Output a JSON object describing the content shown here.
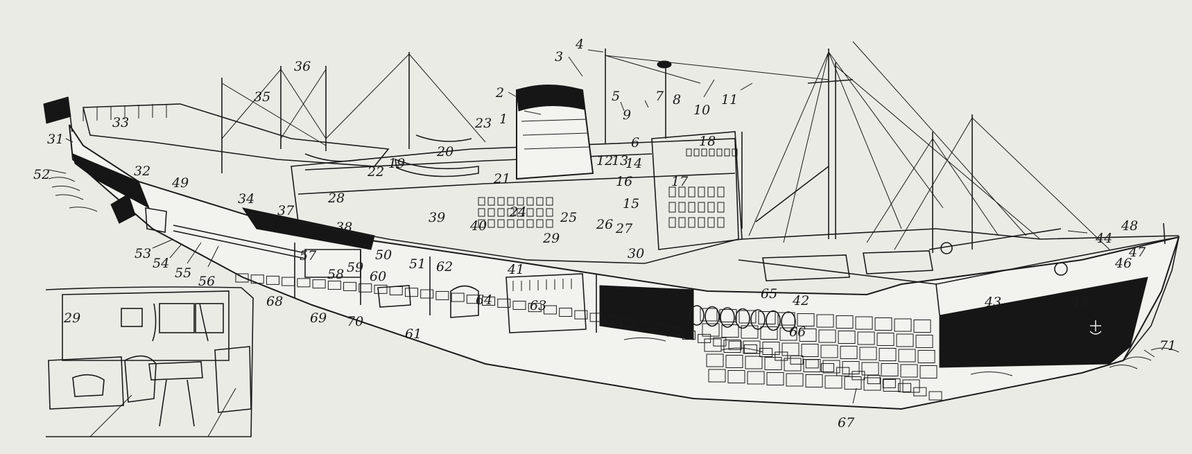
{
  "diagram": {
    "colors": {
      "ink": "#1a1a1a",
      "paper": "#ebebe6",
      "hullDark": "#161616"
    },
    "callouts": [
      {
        "text": "1"
      },
      {
        "text": "2"
      },
      {
        "text": "3"
      },
      {
        "text": "4"
      },
      {
        "text": "5"
      },
      {
        "text": "6"
      },
      {
        "text": "7"
      },
      {
        "text": "8"
      },
      {
        "text": "9"
      },
      {
        "text": "10"
      },
      {
        "text": "11"
      },
      {
        "text": "12"
      },
      {
        "text": "13"
      },
      {
        "text": "14"
      },
      {
        "text": "15"
      },
      {
        "text": "16"
      },
      {
        "text": "17"
      },
      {
        "text": "18"
      },
      {
        "text": "19"
      },
      {
        "text": "20"
      },
      {
        "text": "21"
      },
      {
        "text": "22"
      },
      {
        "text": "23"
      },
      {
        "text": "24"
      },
      {
        "text": "25"
      },
      {
        "text": "26"
      },
      {
        "text": "27"
      },
      {
        "text": "28"
      },
      {
        "text": "29"
      },
      {
        "text": "29"
      },
      {
        "text": "30"
      },
      {
        "text": "31"
      },
      {
        "text": "32"
      },
      {
        "text": "33"
      },
      {
        "text": "34"
      },
      {
        "text": "35"
      },
      {
        "text": "36"
      },
      {
        "text": "37"
      },
      {
        "text": "38"
      },
      {
        "text": "39"
      },
      {
        "text": "40"
      },
      {
        "text": "41"
      },
      {
        "text": "42"
      },
      {
        "text": "43"
      },
      {
        "text": "44"
      },
      {
        "text": "45"
      },
      {
        "text": "46"
      },
      {
        "text": "47"
      },
      {
        "text": "48"
      },
      {
        "text": "49"
      },
      {
        "text": "50"
      },
      {
        "text": "51"
      },
      {
        "text": "52"
      },
      {
        "text": "53"
      },
      {
        "text": "54"
      },
      {
        "text": "55"
      },
      {
        "text": "56"
      },
      {
        "text": "57"
      },
      {
        "text": "58"
      },
      {
        "text": "59"
      },
      {
        "text": "60"
      },
      {
        "text": "61"
      },
      {
        "text": "62"
      },
      {
        "text": "63"
      },
      {
        "text": "64"
      },
      {
        "text": "65"
      },
      {
        "text": "66"
      },
      {
        "text": "67"
      },
      {
        "text": "68"
      },
      {
        "text": "69"
      },
      {
        "text": "70"
      },
      {
        "text": "71"
      }
    ]
  }
}
